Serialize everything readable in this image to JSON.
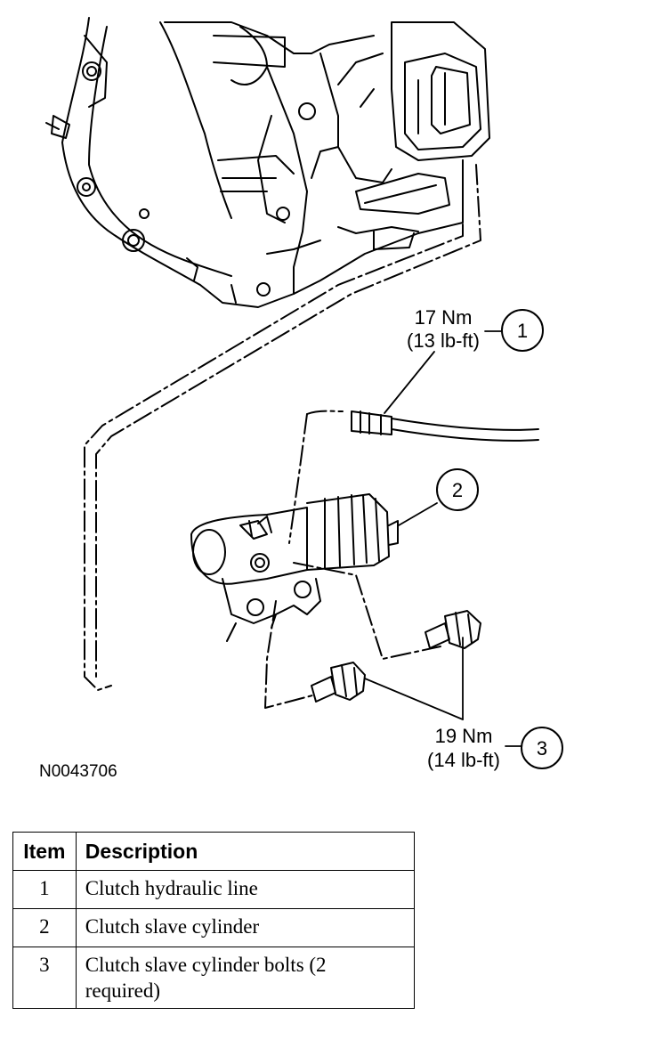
{
  "diagram": {
    "figure_id": "N0043706",
    "callouts": [
      {
        "number": "1",
        "torque_nm": "17 Nm",
        "torque_lbft": "(13 lb-ft)"
      },
      {
        "number": "2"
      },
      {
        "number": "3",
        "torque_nm": "19 Nm",
        "torque_lbft": "(14 lb-ft)"
      }
    ]
  },
  "legend": {
    "headers": {
      "item": "Item",
      "description": "Description"
    },
    "rows": [
      {
        "item": "1",
        "description": "Clutch hydraulic line"
      },
      {
        "item": "2",
        "description": "Clutch slave cylinder"
      },
      {
        "item": "3",
        "description": "Clutch slave cylinder bolts (2 required)"
      }
    ]
  }
}
